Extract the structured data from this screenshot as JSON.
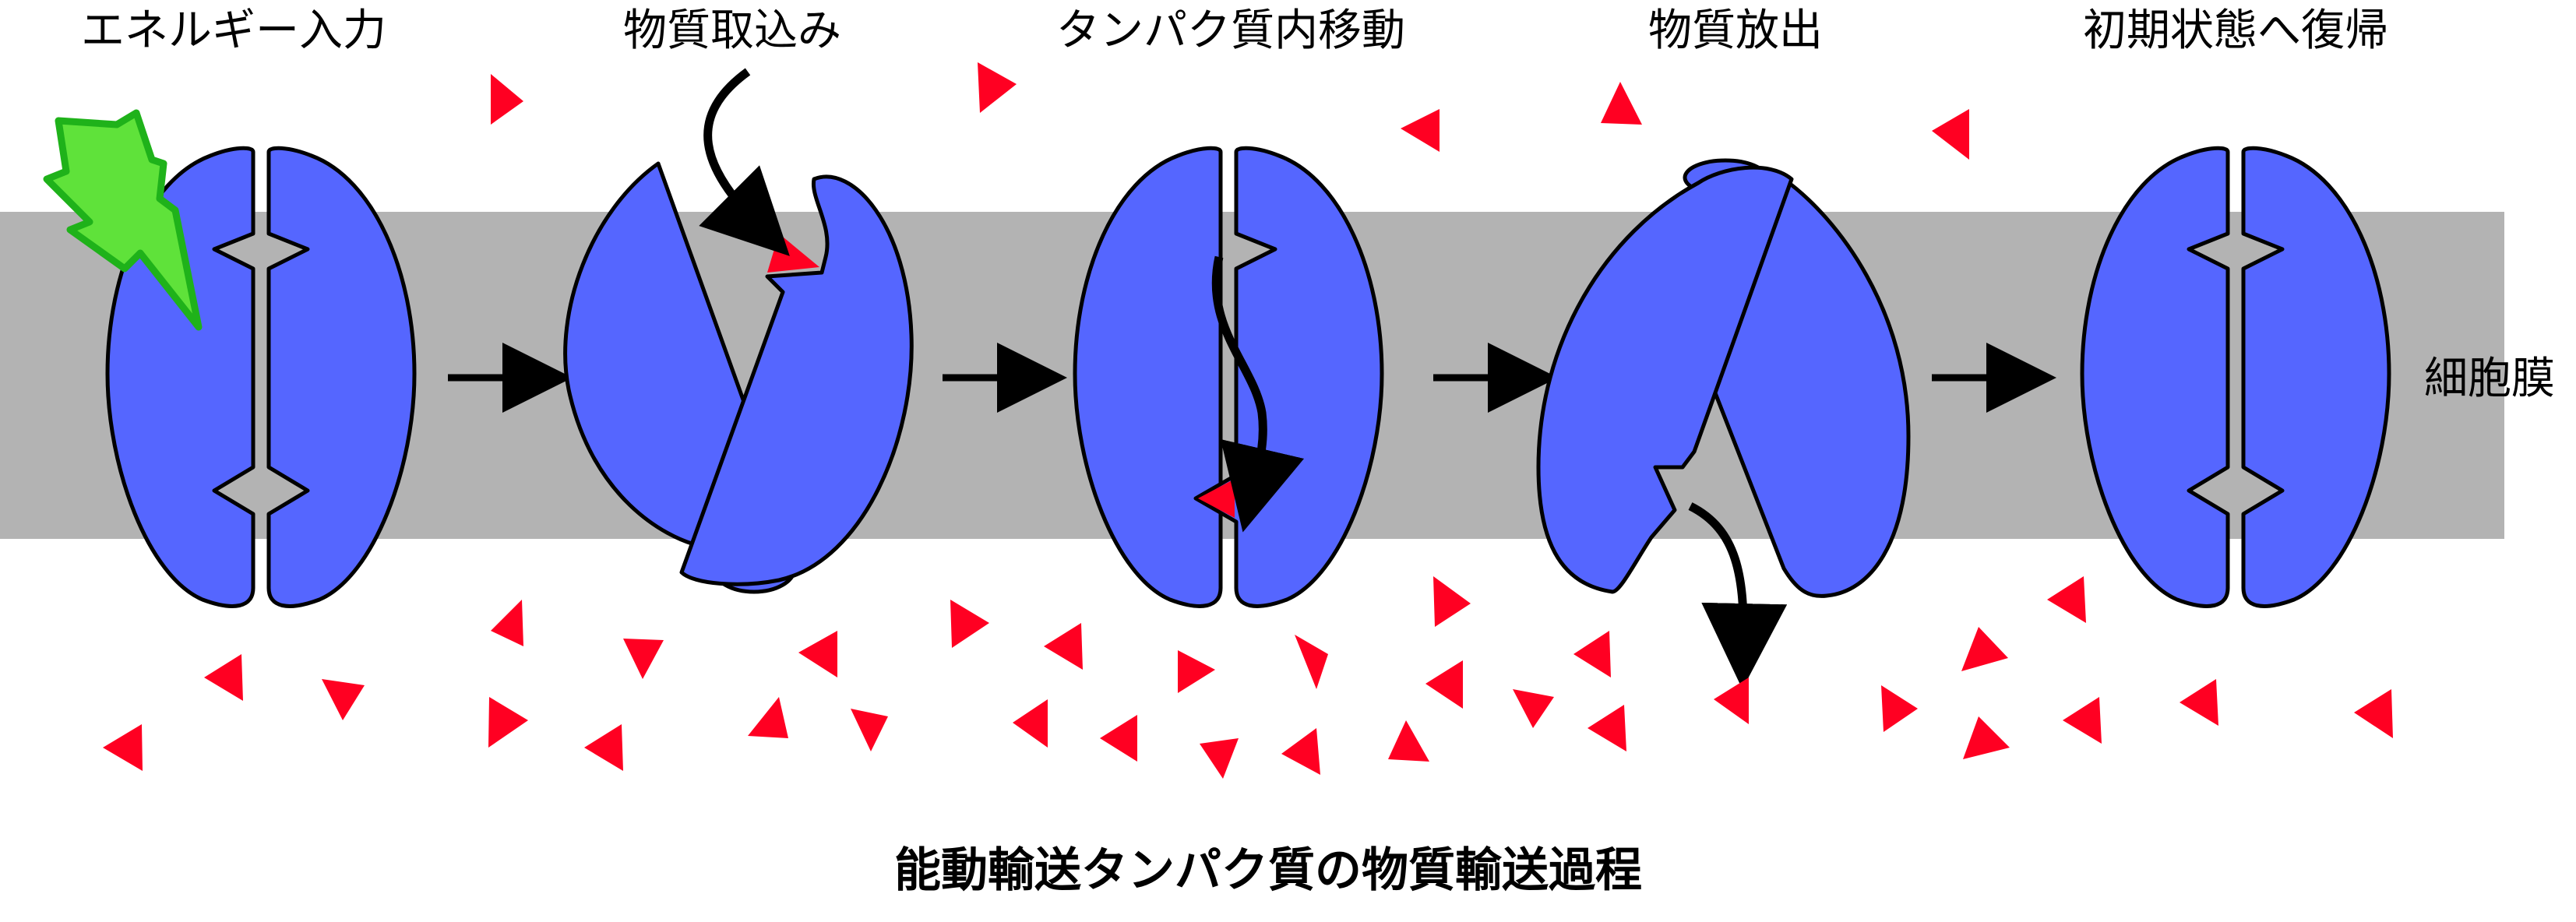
{
  "stages": [
    {
      "title": "エネルギー入力"
    },
    {
      "title": "物質取込み"
    },
    {
      "title": "タンパク質内移動"
    },
    {
      "title": "物質放出"
    },
    {
      "title": "初期状態へ復帰"
    }
  ],
  "membrane_label": "細胞膜",
  "caption": "能動輸送タンパク質の物質輸送過程",
  "colors": {
    "protein": "#5566ff",
    "membrane": "#b3b3b3",
    "substrate": "#ff0022",
    "energy": "#5fe23a",
    "arrow": "#000000"
  },
  "icons": {
    "energy": "lightning-bolt-icon",
    "substrate": "triangle-molecule-icon"
  }
}
